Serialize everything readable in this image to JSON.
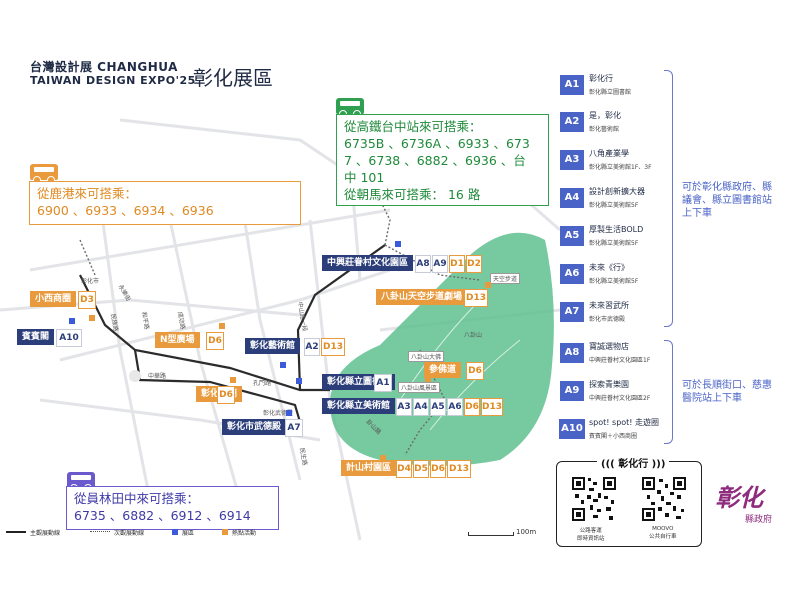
{
  "header": {
    "title_line1": "台灣設計展 CHANGHUA",
    "title_line2": "TAIWAN DESIGN EXPO'25",
    "area_title": "彰化展區"
  },
  "bus_info": {
    "lukang": {
      "line1": "從鹿港來可搭乘：",
      "line2": "6900 、6933 、6934 、6936"
    },
    "hsr": {
      "line1": "從高鐵台中站來可搭乘：",
      "line2": "6735B 、6736A 、6933 、673",
      "line3": "7 、6738 、6882 、6936 、台",
      "line4": "中 101",
      "line5": "從朝馬來可搭乘： 16 路"
    },
    "yuanlin": {
      "line1": "從員林田中來可搭乘：",
      "line2": "6735 、6882 、6912 、6914"
    }
  },
  "map_labels": {
    "zhongxing": "中興莊眷村文化園區",
    "bagua_air": "八卦山天空步道劇場",
    "xiaoxi": "小西商圈",
    "binguan": "賓賓閣",
    "nshape": "N型廣場",
    "art_hall": "彰化藝術館",
    "kongmiao": "彰化孔廟",
    "library": "彰化縣立圖書館",
    "museum": "彰化縣立美術館",
    "wude": "彰化市武德殿",
    "canfo": "參佛道",
    "jishan": "計山村園區"
  },
  "map_codes": {
    "zhongxing": [
      "A8",
      "A9",
      "D1",
      "D2"
    ],
    "bagua_air": [
      "D13"
    ],
    "xiaoxi": [
      "D3"
    ],
    "binguan": [
      "A10"
    ],
    "nshape": [
      "D6"
    ],
    "art_hall": [
      "A2",
      "D13"
    ],
    "kongmiao": [
      "D6"
    ],
    "library": [
      "A1"
    ],
    "museum": [
      "A3",
      "A4",
      "A5",
      "A6",
      "D6",
      "D13"
    ],
    "wude": [
      "A7"
    ],
    "canfo": [
      "D6"
    ],
    "jishan": [
      "D4",
      "D5",
      "D6",
      "D13"
    ]
  },
  "map_small_text": {
    "bagua_mountain": "八卦山",
    "sky_trail": "天空步道",
    "buddha": "八卦山大佛",
    "scenic": "八卦山風景區",
    "jishan_road": "卦山路",
    "minzu": "民族路",
    "zhongzheng": "中華路",
    "kongmen": "孔門路",
    "wude_road": "彰化武德殿",
    "minsheng": "民生路",
    "chenggong": "成功路",
    "minquan": "民權路",
    "guangfu": "光復路",
    "zhongshan": "中山路一段",
    "xiaoxi_street": "彰化市",
    "hexie": "和平路",
    "yongle": "永樂街"
  },
  "right_panel": {
    "items": [
      {
        "code": "A1",
        "name": "彰化行",
        "place": "彰化縣立圖書館"
      },
      {
        "code": "A2",
        "name": "是，彰化",
        "place": "彰化藝術館"
      },
      {
        "code": "A3",
        "name": "八角產業學",
        "place": "彰化縣立美術館1F、3F"
      },
      {
        "code": "A4",
        "name": "設計創新擴大器",
        "place": "彰化縣立美術館5F"
      },
      {
        "code": "A5",
        "name": "厚製生活BOLD",
        "place": "彰化縣立美術館5F"
      },
      {
        "code": "A6",
        "name": "未來《行》",
        "place": "彰化縣立美術館5F"
      },
      {
        "code": "A7",
        "name": "未來習武所",
        "place": "彰化市武德殿"
      },
      {
        "code": "A8",
        "name": "寶誠選物店",
        "place": "中興莊眷村文化園區1F"
      },
      {
        "code": "A9",
        "name": "探索青樂園",
        "place": "中興莊眷村文化園區2F"
      },
      {
        "code": "A10",
        "name": "spot! spot! 走遊圈",
        "place": "賓賓閣＋小西商圈"
      }
    ],
    "note1_l1": "可於彰化縣政府、縣",
    "note1_l2": "議會、縣立圖書館站",
    "note1_l3": "上下車",
    "note2_l1": "可於長順街口、慈惠",
    "note2_l2": "醫院站上下車"
  },
  "qr_panel": {
    "title": "彰化行",
    "left_caption_l1": "公路客運",
    "left_caption_l2": "即時資訊站",
    "right_caption_l1": "MOOVO",
    "right_caption_l2": "公共自行車"
  },
  "logo": {
    "big": "彰化",
    "small": "縣政府"
  },
  "legend": {
    "main_route": "主觀展動線",
    "sub_route": "次觀展動線",
    "venue": "展區",
    "event": "熱點活動",
    "scale": "100m"
  },
  "colors": {
    "navy": "#2c3e7a",
    "orange": "#e89a3c",
    "green": "#2fa04f",
    "park": "#5fbf8f",
    "purple": "#6a5acd",
    "blue": "#4a63c7"
  }
}
